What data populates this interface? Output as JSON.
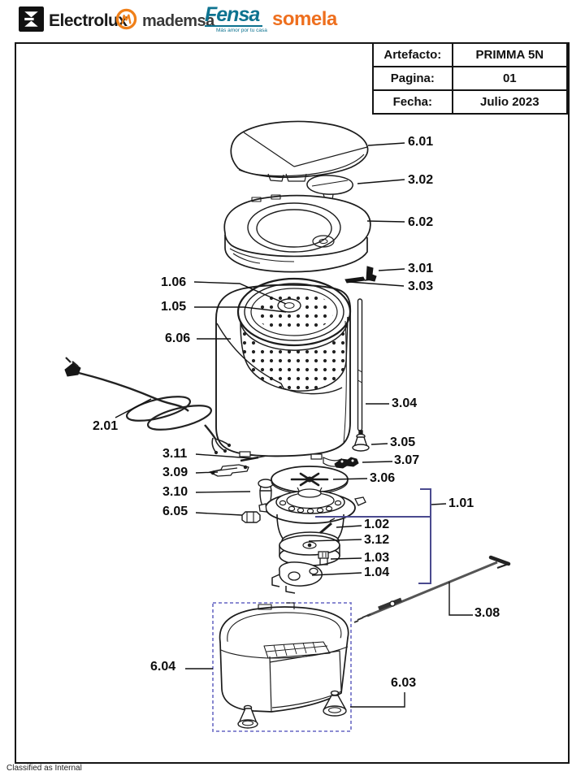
{
  "header": {
    "brands": [
      {
        "name": "Electrolux"
      },
      {
        "name": "mademsa"
      },
      {
        "name": "Fensa",
        "tagline": "Más amor por tu casa"
      },
      {
        "name": "somela"
      }
    ]
  },
  "info_table": {
    "rows": [
      {
        "label": "Artefacto:",
        "value": "PRIMMA 5N"
      },
      {
        "label": "Pagina:",
        "value": "01"
      },
      {
        "label": "Fecha:",
        "value": "Julio 2023"
      }
    ]
  },
  "diagram": {
    "description": "Exploded view of PRIMMA 5N washing machine",
    "part_labels": {
      "p6_01": "6.01",
      "p3_02": "3.02",
      "p6_02": "6.02",
      "p3_01": "3.01",
      "p3_03": "3.03",
      "p1_06": "1.06",
      "p1_05": "1.05",
      "p6_06": "6.06",
      "p3_04": "3.04",
      "p2_01": "2.01",
      "p3_11": "3.11",
      "p3_09": "3.09",
      "p3_10": "3.10",
      "p6_05": "6.05",
      "p3_05": "3.05",
      "p3_07": "3.07",
      "p3_06": "3.06",
      "p1_01": "1.01",
      "p1_02": "1.02",
      "p3_12": "3.12",
      "p1_03": "1.03",
      "p1_04": "1.04",
      "p3_08": "3.08",
      "p6_04": "6.04",
      "p6_03": "6.03"
    },
    "colors": {
      "line": "#1c1c1c",
      "group_bracket_navy": "#4a4a8f",
      "dashed_box_blue": "#7b7bcb"
    }
  },
  "brand_colors": {
    "fensa_teal": "#0e7390",
    "orange": "#ee6f1e"
  },
  "footer": {
    "classification": "Classified as Internal"
  }
}
